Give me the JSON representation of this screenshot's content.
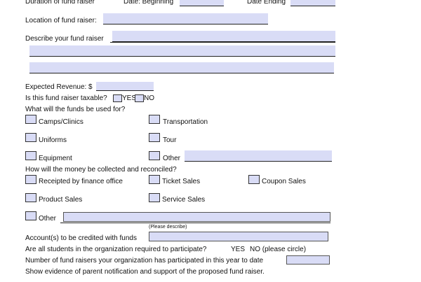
{
  "form": {
    "duration_label": "Duration of fund raiser",
    "date_beginning_label": "Date: Beginning",
    "date_ending_label": "Date Ending",
    "location_label": "Location of fund raiser:",
    "describe_label": "Describe your fund raiser",
    "expected_revenue_label": "Expected Revenue: $",
    "taxable_label": "Is this fund raiser taxable?",
    "yes_label": "YES",
    "no_label": "NO",
    "funds_use_label": "What will the funds be used for?",
    "use_options": {
      "camps": "Camps/Clinics",
      "transportation": "Transportation",
      "uniforms": "Uniforms",
      "tour": "Tour",
      "equipment": "Equipment",
      "other": "Other"
    },
    "collection_label": "How will the money be collected and reconciled?",
    "collection_options": {
      "finance_office": "Receipted by finance office",
      "ticket_sales": "Ticket Sales",
      "coupon_sales": "Coupon Sales",
      "product_sales": "Product Sales",
      "service_sales": "Service Sales",
      "other": "Other"
    },
    "please_describe": "(Please describe)",
    "accounts_label": "Account(s) to be credited with funds",
    "students_required": "Are all students in the organization required to participate?",
    "students_yes": "YES",
    "students_no": "NO (please circle)",
    "number_fundraisers_label": "Number of fund raisers your organization has participated in this year to date",
    "evidence_label": "Show evidence of parent notification and support of the proposed fund raiser."
  }
}
